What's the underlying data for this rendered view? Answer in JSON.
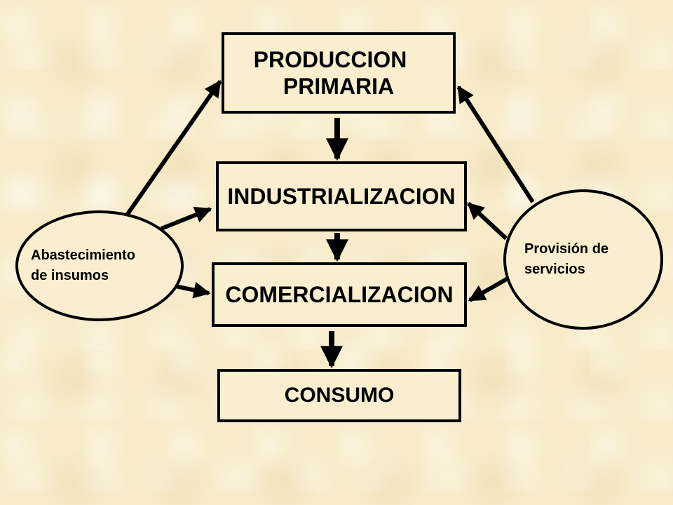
{
  "diagram": {
    "produccion": {
      "line1": "PRODUCCION",
      "line2": "PRIMARIA"
    },
    "industrializacion": "INDUSTRIALIZACION",
    "comercializacion": "COMERCIALIZACION",
    "consumo": "CONSUMO",
    "abastecimiento": {
      "line1": "Abastecimiento",
      "line2": "de insumos"
    },
    "provision": {
      "line1": "Provisión de",
      "line2": "servicios"
    },
    "colors": {
      "background": "#f7ebc9",
      "stroke": "#000000"
    }
  }
}
